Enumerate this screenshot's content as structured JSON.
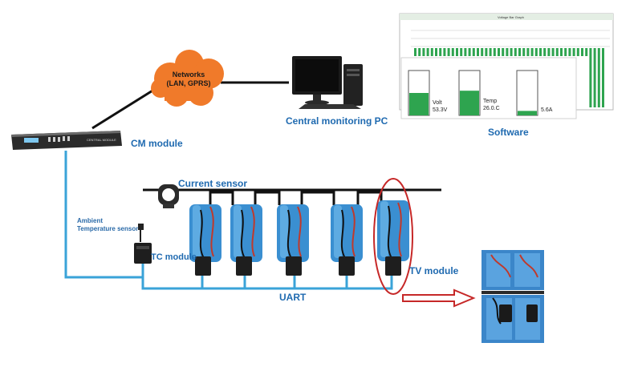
{
  "labels": {
    "networks_line1": "Networks",
    "networks_line2": "(LAN, GPRS)",
    "central_pc": "Central monitoring PC",
    "software": "Software",
    "cm_module": "CM module",
    "current_sensor": "Current sensor",
    "ambient_line1": "Ambient",
    "ambient_line2": "Temperature sensor",
    "tc_module": "TC module",
    "uart": "UART",
    "tv_module": "TV module",
    "cm_device_label": "CENTRAL MODULE"
  },
  "software_screen": {
    "title": "Voltage Bar Graph",
    "gauges": [
      {
        "label": "Volt",
        "value": "53.3V",
        "fill": 0.5
      },
      {
        "label": "Temp",
        "value": "26.0.C",
        "fill": 0.55
      },
      {
        "label": "",
        "value": "5.6A",
        "fill": 0.1
      }
    ]
  },
  "colors": {
    "label_blue": "#1f6ab0",
    "wire_blue": "#3aa3d8",
    "battery_blue": "#3a8fd1",
    "cloud_orange": "#f07a2a",
    "highlight_red": "#c62828",
    "gauge_green": "#2ea44f"
  }
}
